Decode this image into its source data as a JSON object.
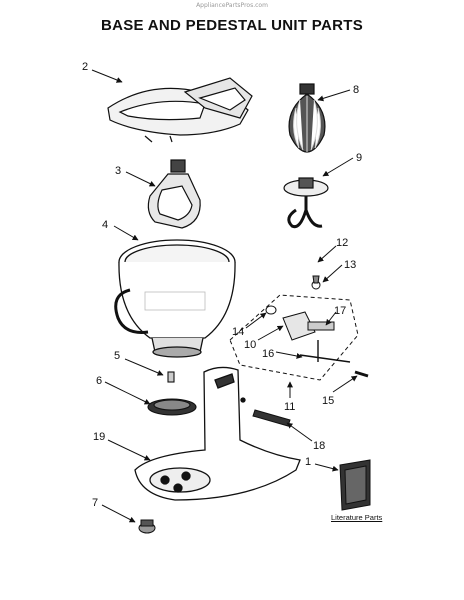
{
  "watermark": "AppliancePartsPros.com",
  "title": "BASE AND PEDESTAL UNIT PARTS",
  "callouts": {
    "c1": "1",
    "c2": "2",
    "c3": "3",
    "c4": "4",
    "c5": "5",
    "c6": "6",
    "c7": "7",
    "c8": "8",
    "c9": "9",
    "c10": "10",
    "c11": "11",
    "c12": "12",
    "c13": "13",
    "c14": "14",
    "c15": "15",
    "c16": "16",
    "c17": "17",
    "c18": "18",
    "c19": "19"
  },
  "literature_label": "Literature Parts",
  "colors": {
    "ink": "#111111",
    "shade": "#555555",
    "fill": "#e6e6e6"
  }
}
